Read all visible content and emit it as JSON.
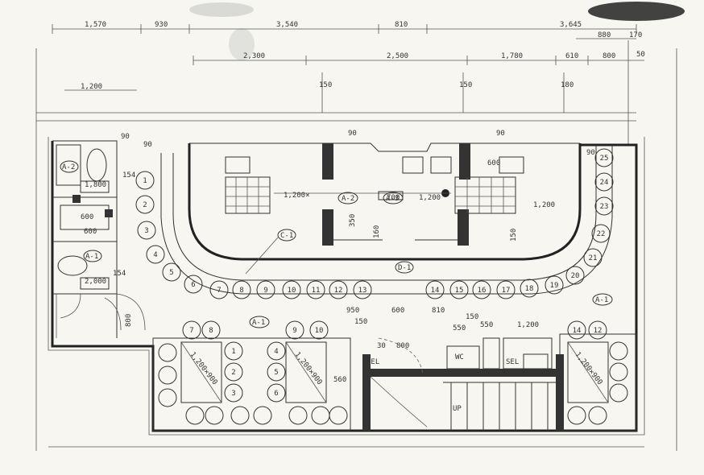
{
  "dims_top_row": [
    "1,570",
    "930",
    "3,540",
    "810",
    "3,645"
  ],
  "dims_top_right": [
    "880",
    "170"
  ],
  "dims_second_row": [
    "2,300",
    "2,500",
    "1,780",
    "610",
    "800"
  ],
  "dims_misc": {
    "left_1200": "1,200",
    "c150_a": "150",
    "c150_b": "150",
    "c180": "180",
    "r50": "50",
    "h90_a": "90",
    "h90_b": "90",
    "h90_c": "90",
    "h90_d": "90",
    "h90_e": "90",
    "d950": "950",
    "d600": "600",
    "d810": "810",
    "d150_mid": "150",
    "d150_low": "150",
    "d550_a": "550",
    "d550_b": "550",
    "d1200": "1,200",
    "d800": "800",
    "d30": "30",
    "d600_left": "600",
    "d154_a": "154",
    "d154_b": "154",
    "d800_left": "800",
    "d160": "160",
    "d150_v": "150",
    "d350": "350",
    "d560": "560"
  },
  "tags": {
    "a2_upper": "A-2",
    "a2_left": "A-2",
    "a1_left": "A-1",
    "a1_bottom": "A-1",
    "a1_right": "A-1",
    "a3_mid": "A-3",
    "c1": "C-1",
    "d1": "D-1"
  },
  "counter_labels": [
    "1,200×900",
    "1,200×900",
    "1,200×900"
  ],
  "box_labels": {
    "col_box": "1,200×",
    "b1200_a": "1,200",
    "b1200_b": "1,200",
    "tbl_700": "700",
    "tbl_600": "600",
    "p600_left": "600",
    "p1800_left": "1,800",
    "p2000_left": "2,000",
    "wc_lbl": "WC",
    "sel_a": "SEL",
    "sel_b": "SEL",
    "up": "UP"
  },
  "seats_left_arc": [
    "1",
    "2",
    "3",
    "4",
    "5",
    "6",
    "7"
  ],
  "seats_front_row": [
    "8",
    "9",
    "10",
    "11",
    "12",
    "13"
  ],
  "seats_front_row_right": [
    "14",
    "15",
    "16",
    "17",
    "18",
    "19",
    "20"
  ],
  "seats_right_arc": [
    "21",
    "22",
    "23",
    "24",
    "25"
  ],
  "seats_lower": [
    "7",
    "8",
    "9",
    "10",
    "14",
    "12"
  ],
  "seats_box": [
    "1",
    "2",
    "3",
    "4",
    "5",
    "6"
  ]
}
